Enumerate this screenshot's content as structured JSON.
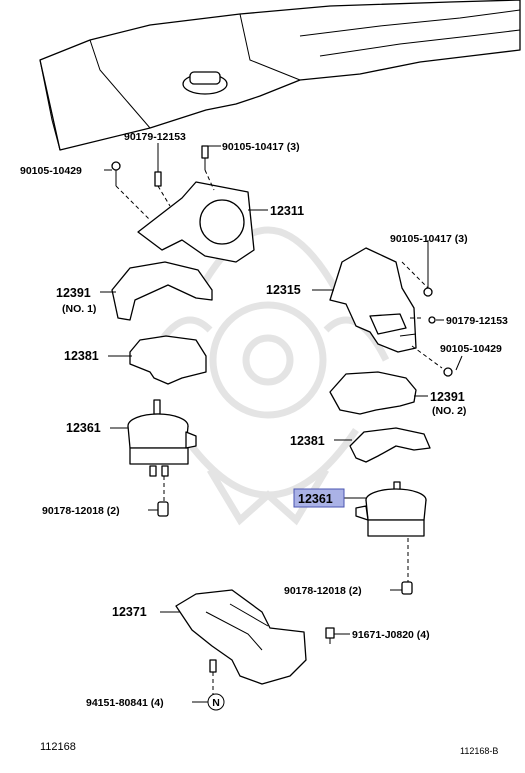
{
  "diagram": {
    "figure_ids": {
      "bottom_left": "112168",
      "bottom_right": "112168-B"
    },
    "labels": {
      "p90179_12153_top": "90179-12153",
      "p90105_10417_top": "90105-10417 (3)",
      "p90105_10429_left": "90105-10429",
      "p12311": "12311",
      "p90105_10417_right": "90105-10417 (3)",
      "p12391_left": "12391",
      "p12391_left_sub": "(NO. 1)",
      "p12315": "12315",
      "p90179_12153_right": "90179-12153",
      "p12381_left": "12381",
      "p90105_10429_right": "90105-10429",
      "p12391_right": "12391",
      "p12391_right_sub": "(NO. 2)",
      "p12361_left": "12361",
      "p12381_right": "12381",
      "p12361_right": "12361",
      "p90178_12018_left": "90178-12018 (2)",
      "p90178_12018_right": "90178-12018 (2)",
      "p12371": "12371",
      "p91671_j0820": "91671-J0820 (4)",
      "p94151_80841": "94151-80841 (4)",
      "n_marker": "N"
    },
    "highlighted_part": "12361",
    "highlight_color": "#aab2e6"
  }
}
